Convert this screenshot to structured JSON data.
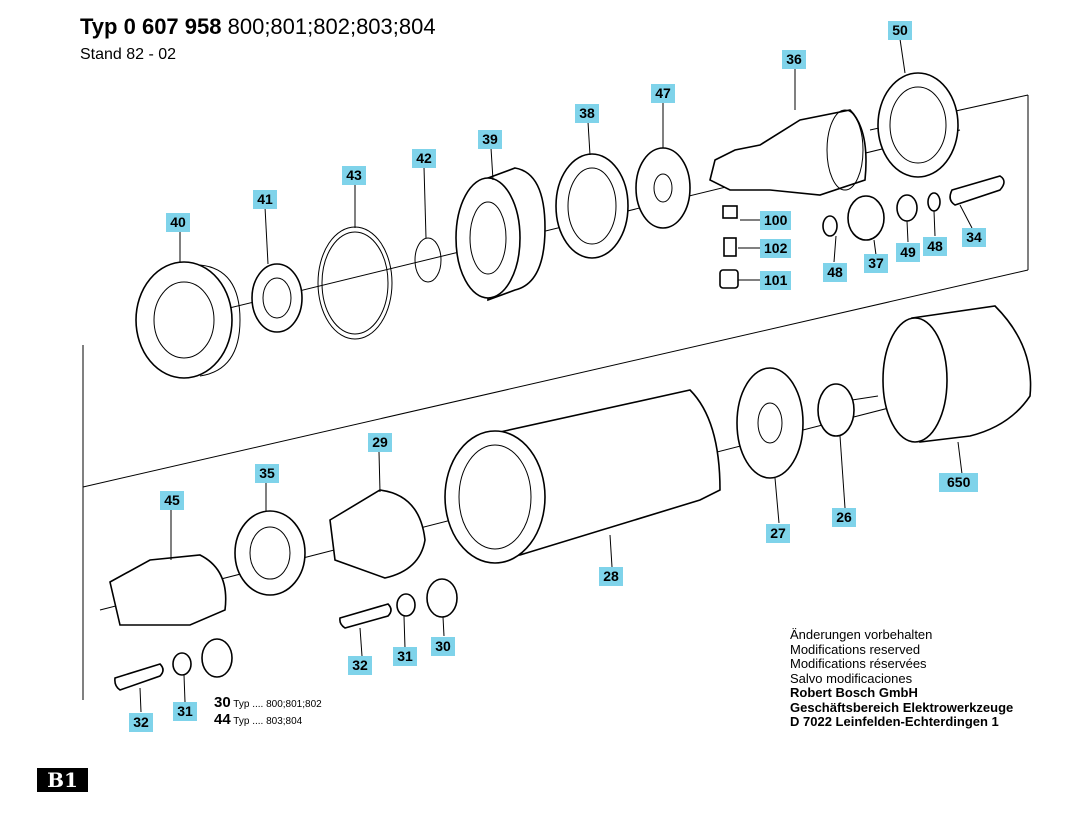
{
  "header": {
    "typ_label": "Typ",
    "typ_number": "0 607 958",
    "typ_variants": "800;801;802;803;804",
    "stand": "Stand 82 - 02"
  },
  "callouts": {
    "c50": "50",
    "c36": "36",
    "c47": "47",
    "c38": "38",
    "c39": "39",
    "c42": "42",
    "c43": "43",
    "c41": "41",
    "c40": "40",
    "c100": "100",
    "c102": "102",
    "c101": "101",
    "c48a": "48",
    "c37": "37",
    "c49": "49",
    "c48b": "48",
    "c34": "34",
    "c29": "29",
    "c35": "35",
    "c45": "45",
    "c650": "650",
    "c26": "26",
    "c27": "27",
    "c28": "28",
    "c32a": "32",
    "c31a": "31",
    "c30": "30",
    "c32b": "32",
    "c31b": "31"
  },
  "notes": [
    {
      "num": "30",
      "text": "Typ .... 800;801;802"
    },
    {
      "num": "44",
      "text": "Typ .... 803;804"
    }
  ],
  "footer": {
    "lines": [
      "Änderungen vorbehalten",
      "Modifications reserved",
      "Modifications réservées",
      "Salvo modificaciones"
    ],
    "company": [
      "Robert Bosch GmbH",
      "Geschäftsbereich Elektrowerkzeuge",
      "D 7022 Leinfelden-Echterdingen 1"
    ]
  },
  "sheet_label": "B1",
  "colors": {
    "callout_bg": "#7fd3ea",
    "ink": "#000000",
    "paper": "#ffffff"
  }
}
